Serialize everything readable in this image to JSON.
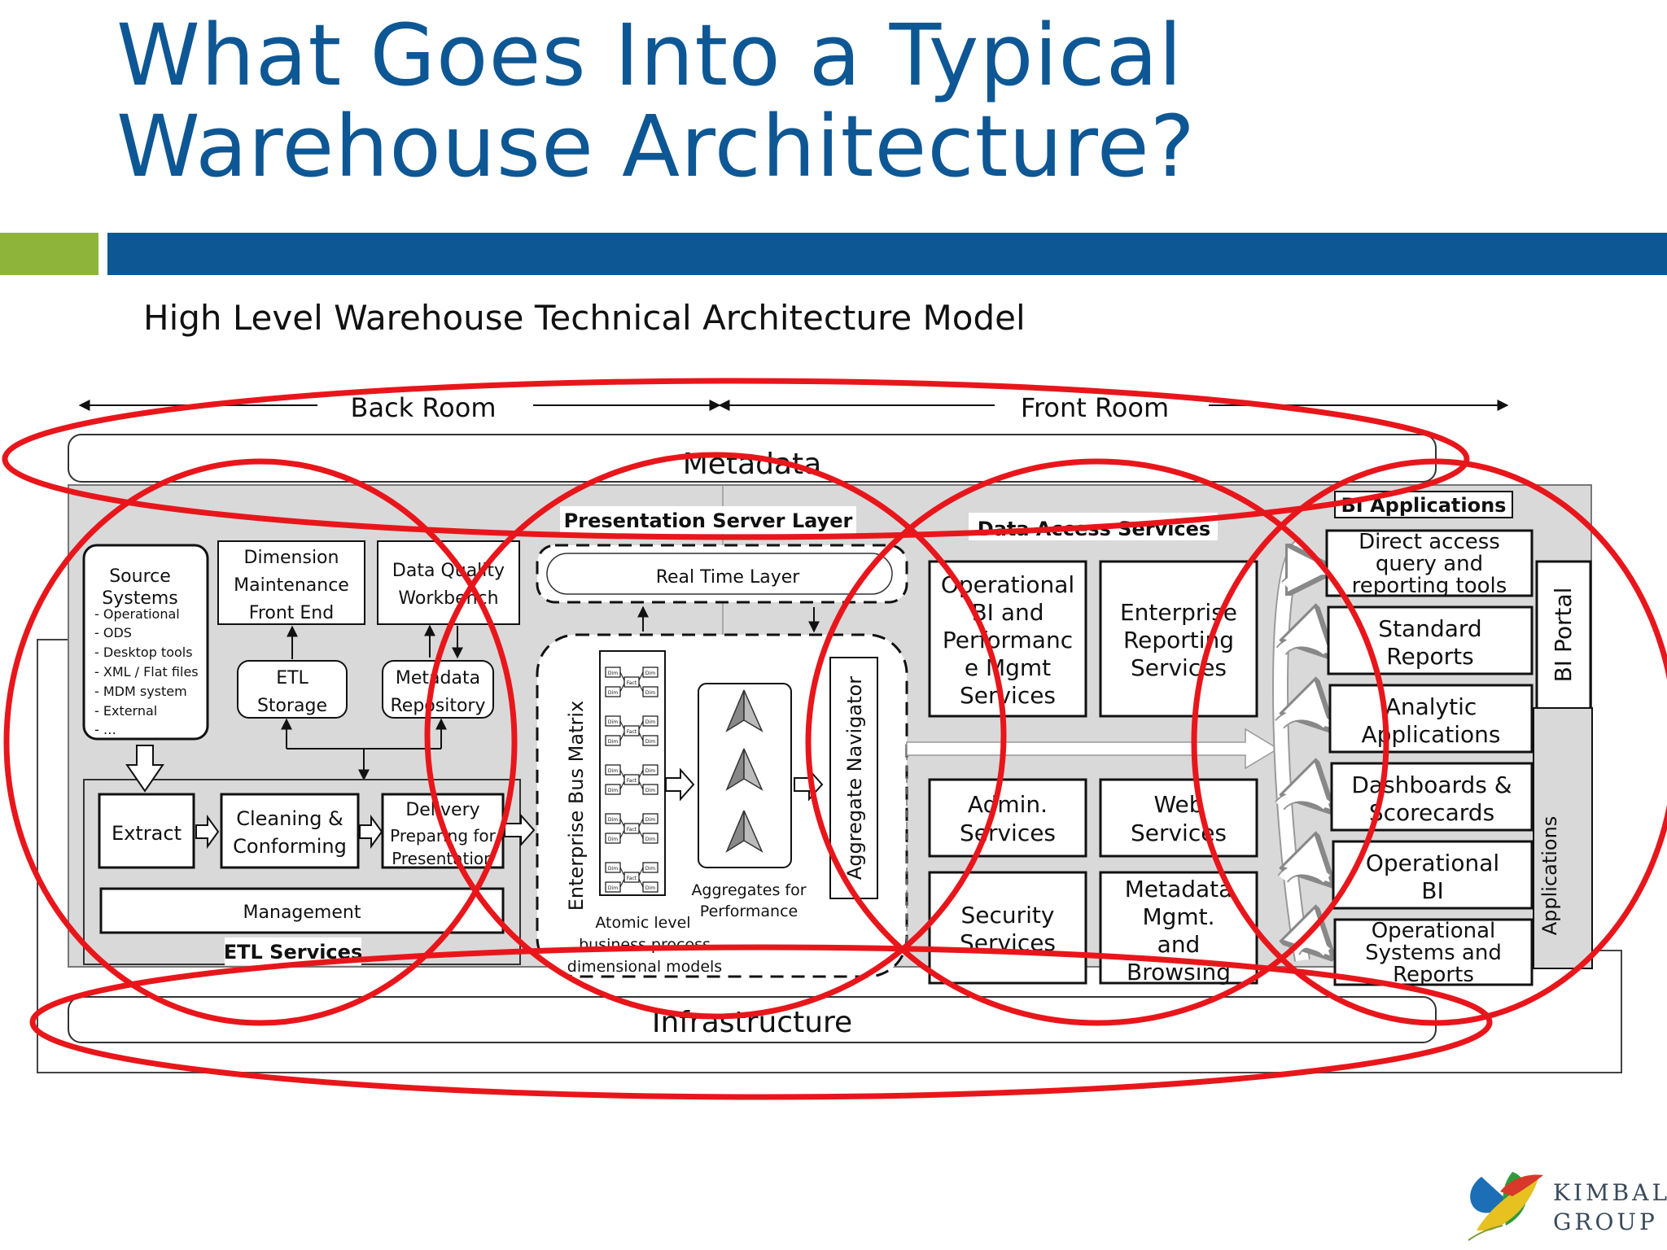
{
  "title": {
    "line1": "What Goes Into a Typical",
    "line2": "Warehouse Architecture?"
  },
  "subtitle": "High Level Warehouse Technical Architecture Model",
  "diagram": {
    "back_room": "Back Room",
    "front_room": "Front Room",
    "metadata": "Metadata",
    "infrastructure": "Infrastructure",
    "source": {
      "title": [
        "Source",
        "Systems"
      ],
      "items": [
        "- Operational",
        "- ODS",
        "- Desktop tools",
        "- XML / Flat files",
        "- MDM system",
        "- External",
        "- …"
      ]
    },
    "dimension_maintenance": [
      "Dimension",
      "Maintenance",
      "Front End"
    ],
    "data_quality": [
      "Data Quality",
      "Workbench"
    ],
    "etl_storage": [
      "ETL",
      "Storage"
    ],
    "metadata_repository": [
      "Metadata",
      "Repository"
    ],
    "extract": "Extract",
    "cleaning": [
      "Cleaning &",
      "Conforming"
    ],
    "delivery": [
      "Delivery",
      "Preparing for",
      "Presentation"
    ],
    "management": "Management",
    "etl_services": "ETL Services",
    "presentation_server_layer": "Presentation Server Layer",
    "real_time_layer": "Real Time Layer",
    "enterprise_bus_matrix": "Enterprise Bus Matrix",
    "aggregate_navigator": "Aggregate Navigator",
    "atomic_level": [
      "Atomic level",
      "business process",
      "dimensional models"
    ],
    "aggregates_for_performance": [
      "Aggregates for",
      "Performance"
    ],
    "dim_label": "Dim",
    "fact_label": "Fact",
    "data_access_services": "Data Access Services",
    "services": {
      "operational_bi": [
        "Operational",
        "BI and",
        "Performanc",
        "e Mgmt",
        "Services"
      ],
      "enterprise_reporting": [
        "Enterprise",
        "Reporting",
        "Services"
      ],
      "admin": [
        "Admin.",
        "Services"
      ],
      "web": [
        "Web",
        "Services"
      ],
      "security": [
        "Security",
        "Services"
      ],
      "metadata_mgmt": [
        "Metadata",
        "Mgmt.",
        "and",
        "Browsing"
      ]
    },
    "bi_applications": "BI Applications",
    "bi_portal": "BI Portal",
    "applications": "Applications",
    "apps": [
      [
        "Direct access",
        "query and",
        "reporting tools"
      ],
      [
        "Standard",
        "Reports"
      ],
      [
        "Analytic",
        "Applications"
      ],
      [
        "Dashboards &",
        "Scorecards"
      ],
      [
        "Operational",
        "BI"
      ],
      [
        "Operational",
        "Systems and",
        "Reports"
      ]
    ]
  },
  "logo": {
    "name": [
      "KIMBALL",
      "GROUP"
    ]
  },
  "colors": {
    "title_blue": "#0e5795",
    "accent_green": "#8fb43a",
    "highlight_red": "#e8161b",
    "panel_gray": "#d9d9d9"
  }
}
